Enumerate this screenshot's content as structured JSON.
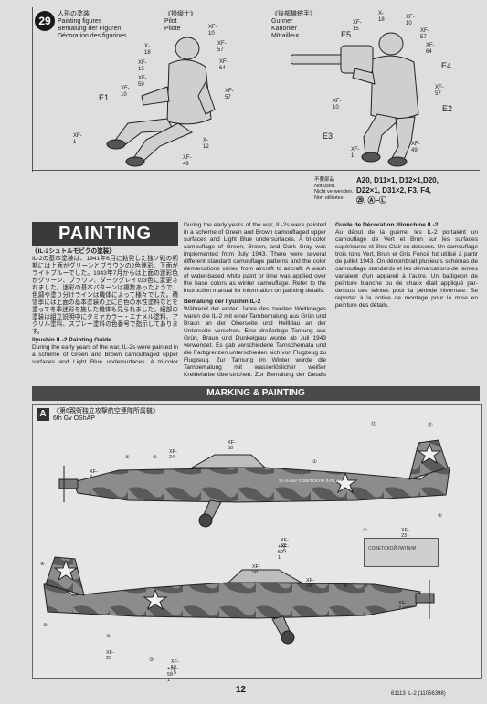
{
  "step": {
    "number": "29",
    "title_jp": "人形の塗装",
    "title_en": "Painting figures",
    "title_de": "Bemalung der Figuren",
    "title_fr": "Décoration des figurines"
  },
  "pilot": {
    "label_jp": "《操縦士》",
    "label_en": "Pilot",
    "label_de": "Pilote",
    "callouts": [
      "XF-10",
      "XF-57",
      "XF-64",
      "XF-57",
      "X-18",
      "XF-15",
      "XF-59",
      "XF-10",
      "E1",
      "XF-1",
      "X-12",
      "XF-49"
    ]
  },
  "gunner": {
    "label_jp": "《後部機銃手》",
    "label_en": "Gunner",
    "label_de": "Kanonier",
    "label_fr": "Mitrailleur",
    "callouts": [
      "X-18",
      "XF-10",
      "XF-15",
      "E5",
      "XF-57",
      "XF-64",
      "E4",
      "XF-57",
      "XF-10",
      "E2",
      "E3",
      "XF-1",
      "XF-49"
    ]
  },
  "unused": {
    "label_jp": "不要部品",
    "label_en": "Not used.",
    "label_de": "Nicht verwenden.",
    "label_fr": "Non utilisées.",
    "parts_line1": "A20, D11×1, D12×1,D20,",
    "parts_line2": "D22×1, D31×2, F3, F4,",
    "parts_line3": "㉙, Ⓐ–Ⓛ"
  },
  "painting": {
    "title": "PAINTING",
    "jp_heading": "《IL-2シュトルモビクの塗装》",
    "jp_body": "IL-2の基本塗装は、1941年6月に勃発した独ソ戦の初期には上面がグリーンとブラウンの2色迷彩、下面がライトブルーでした。1943年7月からは上面の迷彩色がグリーン、ブラウン、ダークグレイの3色に変更されました。迷彩の基本パターンは複数あったようで、色調や塗り分けラインは機体によって様々でした。積雪季には上面の基本塗装の上に白色の水性塗料などを塗って冬季迷彩を施した機体も見られました。細部の塗装は組立説明中にタミヤカラー・エナメル塗料、アクリル塗料、スプレー塗料の色番号で指示してあります。",
    "en_heading": "Ilyushin IL-2 Painting Guide",
    "en_body": "During the early years of the war, IL-2s were painted in a scheme of Green and Brown camouflaged upper surfaces and Light Blue undersurfaces. A tri-color camouflage of Green, Brown, and Dark Gray was implemented from July 1943. There were several different standard camouflage patterns and the color demarcations varied from aircraft to aircraft. A wash of water-based white paint or lime was applied over the base colors as winter camouflage. Refer to the instruction manual for information on painting details.",
    "de_heading": "Bemalung der Ilyushin IL-2",
    "de_body": "Während der ersten Jahre des zweiten Weltkrieges waren die IL-2 mit einer Tarnbemalung aus Grün und Braun an der Oberseite und Hellblau an der Unterseite versehen. Eine dreifarbige Tarnung aus Grün, Braun und Dunkelgrau wurde ab Juli 1943 verwendet. Es gab verschiedene Tarnschemata und die Farbgrenzen unterschieden sich von Flugzeug zu Flugzeug. Zur Tarnung im Winter wurde die Tarnbemalung mit wasserlöslicher weißer Kreidefarbe überstrichen. Zur Bemalung der Details Bauanleitung beachten.",
    "fr_heading": "Guide de Décoration Illiouchine IL-2",
    "fr_body": "Au début de la guerre, les IL-2 portaient un camouflage de Vert et Brun sur les surfaces supérieures et Bleu Clair en dessous. Un camouflage trois tons Vert, Brun et Gris Foncé fut utilisé à partir de juillet 1943. On dénombrait plusieurs schémas de camouflage standards et les démarcations de teintes variaient d'un appareil à l'autre. Un badigeon de peinture blanche ou de chaux était appliqué par-dessus ces teintes pour la période hivernale. Se reporter à la notice de montage pour la mise en peinture des détails."
  },
  "marking": {
    "banner": "MARKING & PAINTING",
    "letter": "A",
    "unit_jp": "《第6親衛独立攻撃航空連隊所属機》",
    "unit_en": "6th Gv OShAP",
    "top_callouts": [
      "XF-58",
      "XF-24",
      "XF-7",
      "⑤",
      "⑥",
      "①",
      "⑫",
      "⑪",
      "②",
      "②",
      "XF-23",
      "XF-52 : 5",
      "+XF-59 : 1"
    ],
    "bottom_callouts": [
      "XF-58",
      "XF-24",
      "④",
      "⑥",
      "⑤",
      "XF-7",
      "②",
      "②",
      "XF-23",
      "③",
      "XF-52 : 5",
      "+XF-59 : 1"
    ],
    "fuselage_text_top": "ЗА НАШУ СОВЕТСКУЮ ЛАТВИЮ",
    "fuselage_text_bottom": "СОВЕТСКОЙ ЛАТВИИ"
  },
  "footer": {
    "page_number": "12",
    "code": "61113  IL-2 (11056398)"
  },
  "colors": {
    "accent": "#3a3a3a",
    "star_red": "#9a9a9a"
  }
}
